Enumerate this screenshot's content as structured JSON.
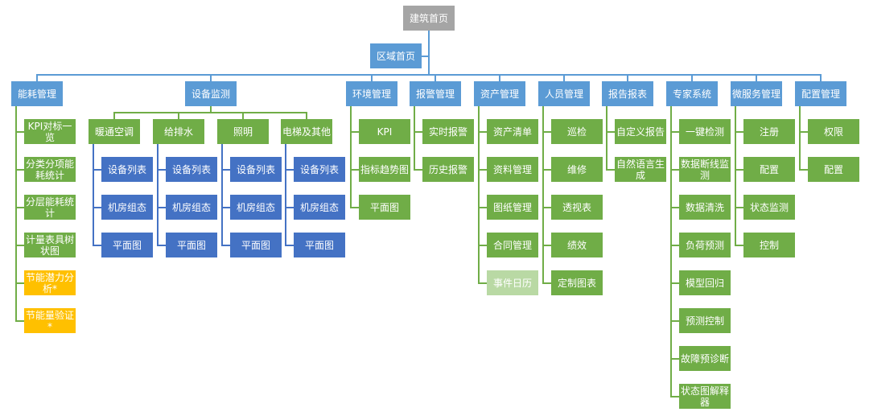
{
  "colors": {
    "root": "#a5a5a5",
    "top": "#5b9bd5",
    "leaf": "#70ad47",
    "device": "#4472c4",
    "planned": "#ffc000",
    "inactive": "#b9d9a4"
  },
  "root": "建筑首页",
  "region": "区域首页",
  "groups": [
    {
      "label": "能耗管理",
      "children": [
        {
          "label": "KPI对标一览",
          "status": "normal"
        },
        {
          "label": "分类分项能耗统计",
          "status": "normal"
        },
        {
          "label": "分层能耗统计",
          "status": "normal"
        },
        {
          "label": "计量表具树状图",
          "status": "normal"
        },
        {
          "label": "节能潜力分析*",
          "status": "planned"
        },
        {
          "label": "节能量验证*",
          "status": "planned"
        }
      ]
    },
    {
      "label": "设备监测",
      "subgroups": [
        {
          "label": "暖通空调",
          "children": [
            "设备列表",
            "机房组态",
            "平面图"
          ]
        },
        {
          "label": "给排水",
          "children": [
            "设备列表",
            "机房组态",
            "平面图"
          ]
        },
        {
          "label": "照明",
          "children": [
            "设备列表",
            "机房组态",
            "平面图"
          ]
        },
        {
          "label": "电梯及其他",
          "children": [
            "设备列表",
            "机房组态",
            "平面图"
          ]
        }
      ]
    },
    {
      "label": "环境管理",
      "children": [
        {
          "label": "KPI",
          "status": "normal"
        },
        {
          "label": "指标趋势图",
          "status": "normal"
        },
        {
          "label": "平面图",
          "status": "normal"
        }
      ]
    },
    {
      "label": "报警管理",
      "children": [
        {
          "label": "实时报警",
          "status": "normal"
        },
        {
          "label": "历史报警",
          "status": "normal"
        }
      ]
    },
    {
      "label": "资产管理",
      "children": [
        {
          "label": "资产清单",
          "status": "normal"
        },
        {
          "label": "资料管理",
          "status": "normal"
        },
        {
          "label": "图纸管理",
          "status": "normal"
        },
        {
          "label": "合同管理",
          "status": "normal"
        },
        {
          "label": "事件日历",
          "status": "inactive"
        }
      ]
    },
    {
      "label": "人员管理",
      "children": [
        {
          "label": "巡检",
          "status": "normal"
        },
        {
          "label": "维修",
          "status": "normal"
        },
        {
          "label": "透视表",
          "status": "normal"
        },
        {
          "label": "绩效",
          "status": "normal"
        },
        {
          "label": "定制图表",
          "status": "normal"
        }
      ]
    },
    {
      "label": "报告报表",
      "children": [
        {
          "label": "自定义报告",
          "status": "normal"
        },
        {
          "label": "自然语言生成",
          "status": "normal"
        }
      ]
    },
    {
      "label": "专家系统",
      "children": [
        {
          "label": "一键检测",
          "status": "normal"
        },
        {
          "label": "数据断线监测",
          "status": "normal"
        },
        {
          "label": "数据清洗",
          "status": "normal"
        },
        {
          "label": "负荷预测",
          "status": "normal"
        },
        {
          "label": "模型回归",
          "status": "normal"
        },
        {
          "label": "预测控制",
          "status": "normal"
        },
        {
          "label": "故障预诊断",
          "status": "normal"
        },
        {
          "label": "状态图解释器",
          "status": "normal"
        }
      ]
    },
    {
      "label": "微服务管理",
      "children": [
        {
          "label": "注册",
          "status": "normal"
        },
        {
          "label": "配置",
          "status": "normal"
        },
        {
          "label": "状态监测",
          "status": "normal"
        },
        {
          "label": "控制",
          "status": "normal"
        }
      ]
    },
    {
      "label": "配置管理",
      "children": [
        {
          "label": "权限",
          "status": "normal"
        },
        {
          "label": "配置",
          "status": "normal"
        }
      ]
    }
  ]
}
